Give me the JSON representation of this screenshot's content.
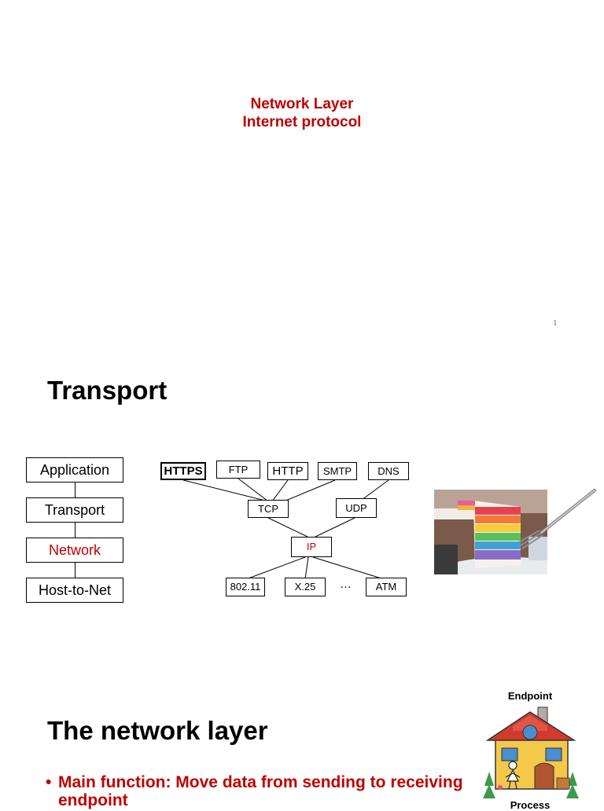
{
  "slide1": {
    "title_line1": "Network Layer",
    "title_line2": "Internet protocol",
    "page_number": "1"
  },
  "slide2": {
    "title": "Transport",
    "stack": [
      "Application",
      "Transport",
      "Network",
      "Host-to-Net"
    ],
    "highlight_color": "#c00000",
    "protocol_tree": {
      "application_protocols": [
        "HTTPS",
        "FTP",
        "HTTP",
        "SMTP",
        "DNS"
      ],
      "transport_protocols": [
        "TCP",
        "UDP"
      ],
      "network_protocol": "IP",
      "link_protocols": [
        "802.11",
        "X.25",
        "ATM"
      ],
      "ellipsis": "…"
    },
    "image": "layered-rainbow-cake-with-fork"
  },
  "slide3": {
    "title": "The network layer",
    "bullet": "Main function: Move data from sending to receiving endpoint",
    "endpoint_label": "Endpoint",
    "process_label": "Process",
    "image": "house-with-stick-figure"
  }
}
